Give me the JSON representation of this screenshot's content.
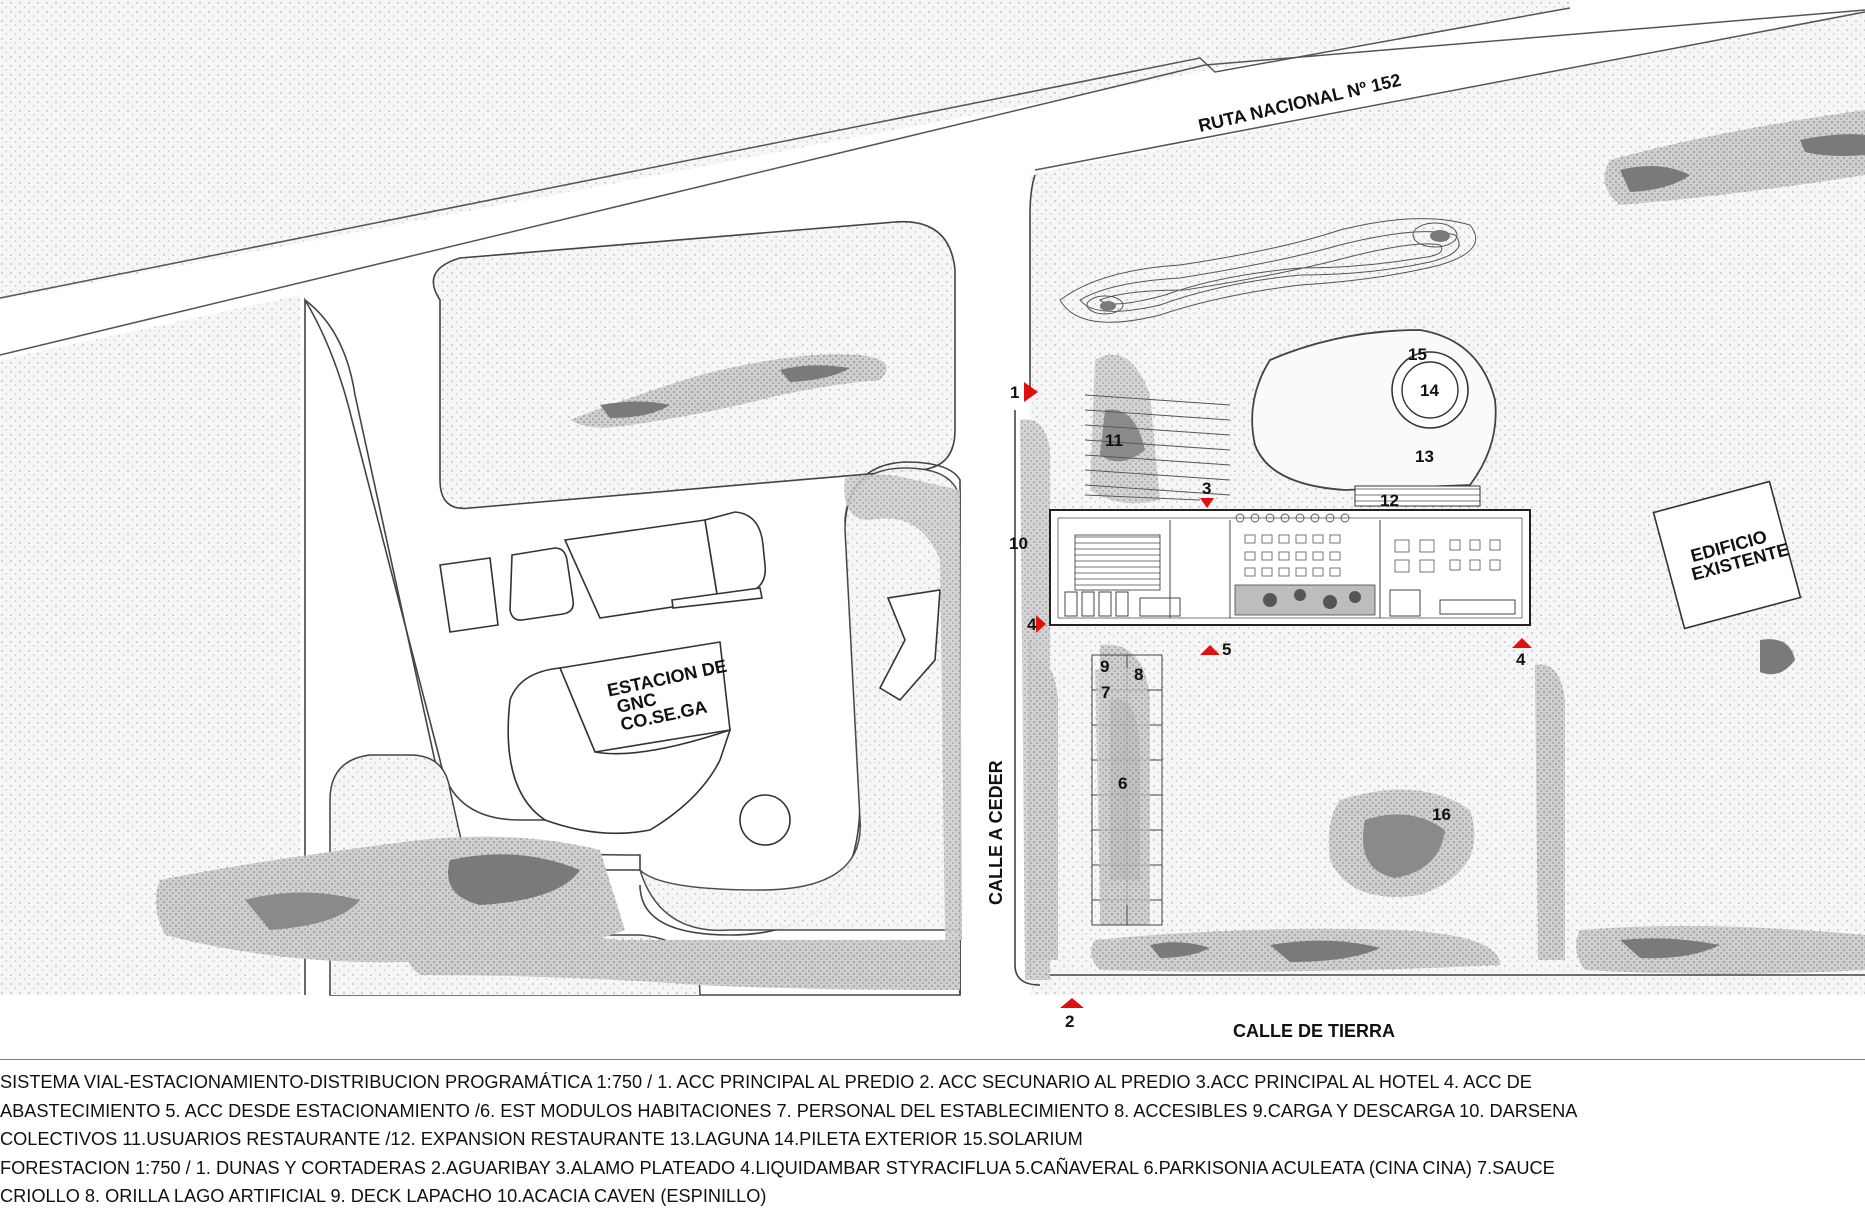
{
  "labels": {
    "road": "RUTA NACIONAL Nº 152",
    "gas_station": [
      "ESTACION DE",
      "GNC",
      "CO.SE.GA"
    ],
    "existing": [
      "EDIFICIO",
      "EXISTENTE"
    ],
    "calle_ceder": "CALLE A CEDER",
    "calle_tierra": "CALLE DE TIERRA"
  },
  "markers": [
    {
      "text": "1"
    },
    {
      "text": "2"
    },
    {
      "text": "3"
    },
    {
      "text": "4"
    },
    {
      "text": "5"
    },
    {
      "text": "4"
    }
  ],
  "zones": [
    "6",
    "7",
    "8",
    "9",
    "10",
    "11",
    "12",
    "13",
    "14",
    "15",
    "16"
  ],
  "legend": [
    "SISTEMA VIAL-ESTACIONAMIENTO-DISTRIBUCION PROGRAMÁTICA      1:750   / 1. ACC PRINCIPAL AL PREDIO 2. ACC SECUNARIO AL PREDIO  3.ACC PRINCIPAL AL HOTEL  4. ACC  DE",
    "ABASTECIMIENTO 5. ACC DESDE ESTACIONAMIENTO /6. EST MODULOS  HABITACIONES 7. PERSONAL DEL ESTABLECIMIENTO  8. ACCESIBLES  9.CARGA Y DESCARGA 10. DARSENA",
    "COLECTIVOS  11.USUARIOS RESTAURANTE  /12. EXPANSION RESTAURANTE 13.LAGUNA  14.PILETA EXTERIOR 15.SOLARIUM",
    "FORESTACION  1:750 / 1. DUNAS Y CORTADERAS  2.AGUARIBAY  3.ALAMO PLATEADO  4.LIQUIDAMBAR STYRACIFLUA 5.CAÑAVERAL  6.PARKISONIA ACULEATA (CINA CINA) 7.SAUCE",
    "CRIOLLO 8. ORILLA LAGO ARTIFICIAL 9. DECK LAPACHO 10.ACACIA CAVEN (ESPINILLO)"
  ],
  "colors": {
    "line": "#444444",
    "tree_dark": "#7a7a7a",
    "tree_light": "#bdbdbd",
    "marker": "#e01010"
  }
}
